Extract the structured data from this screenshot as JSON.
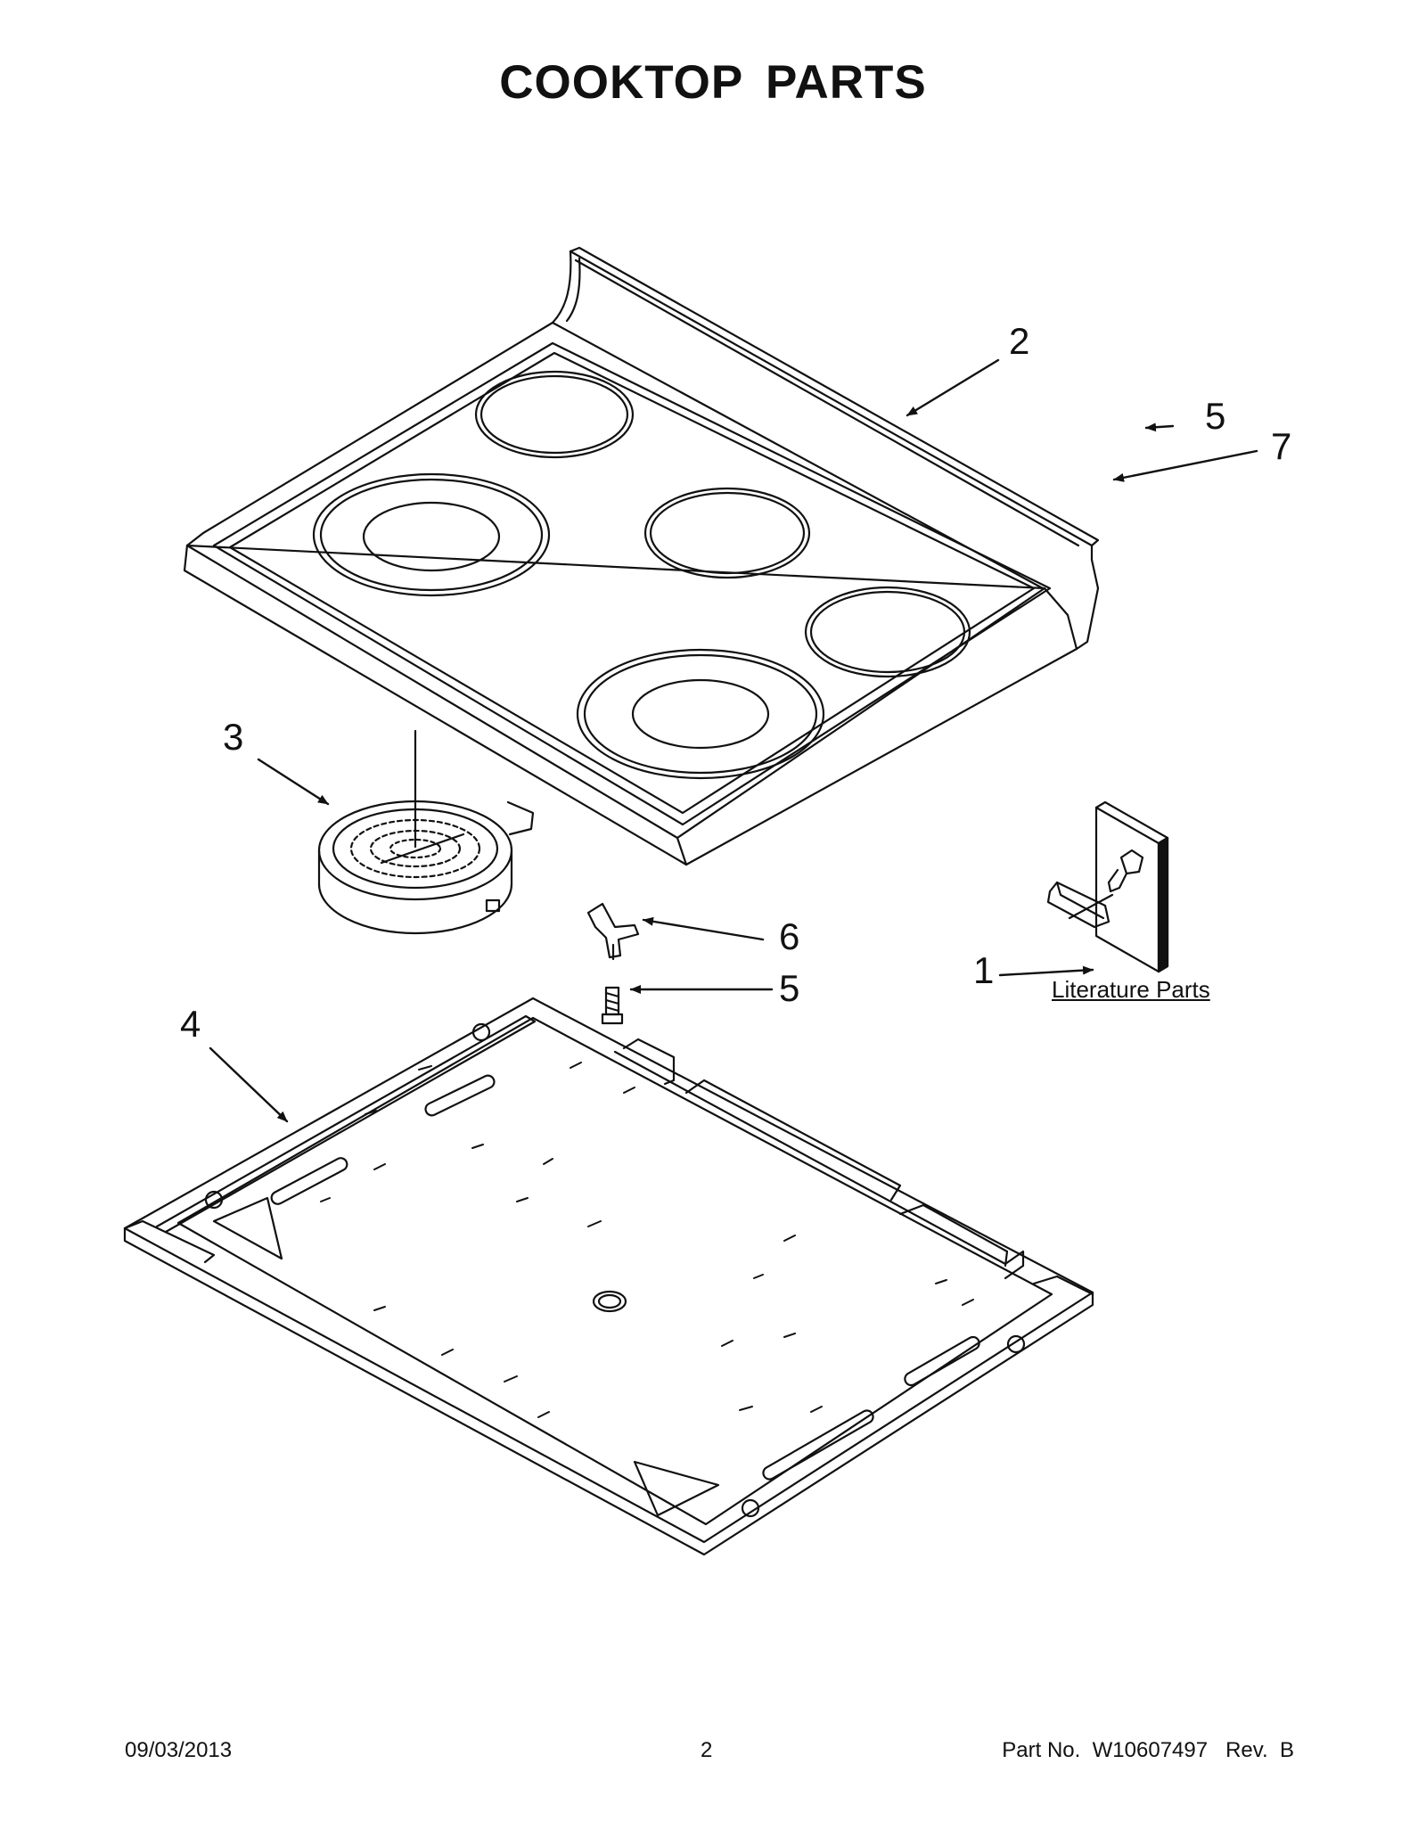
{
  "title": "COOKTOP  PARTS",
  "callouts": {
    "c1": "1",
    "c2": "2",
    "c3": "3",
    "c4": "4",
    "c5a": "5",
    "c5b": "5",
    "c6": "6",
    "c7": "7"
  },
  "literature_label": "Literature Parts",
  "footer": {
    "date": "09/03/2013",
    "page": "2",
    "part_no": "Part No.  W10607497   Rev.  B"
  }
}
